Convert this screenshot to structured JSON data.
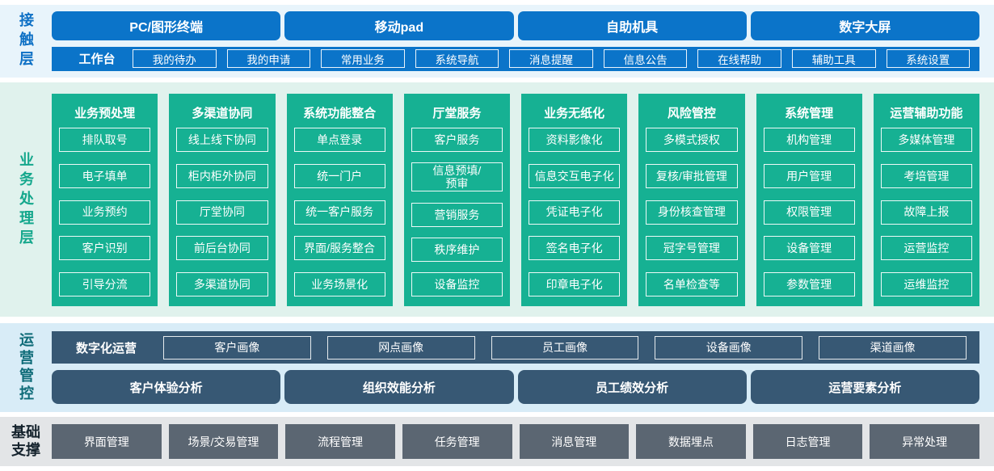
{
  "colors": {
    "accent_blue": "#0b74c9",
    "accent_teal": "#16b193",
    "accent_slate_blue": "#375874",
    "accent_slate_gray": "#5b6672",
    "contact_bg": "#e8f4fb",
    "business_bg": "#e0f2ed",
    "ops_bg": "#d8ecf7",
    "base_bg": "#e3e5e7"
  },
  "contact_layer": {
    "label": "接触层",
    "terminals": [
      "PC/图形终端",
      "移动pad",
      "自助机具",
      "数字大屏"
    ],
    "workbench_label": "工作台",
    "workbench_items": [
      "我的待办",
      "我的申请",
      "常用业务",
      "系统导航",
      "消息提醒",
      "信息公告",
      "在线帮助",
      "辅助工具",
      "系统设置"
    ]
  },
  "business_layer": {
    "label": "业务处理层",
    "columns": [
      {
        "title": "业务预处理",
        "items": [
          "排队取号",
          "电子填单",
          "业务预约",
          "客户识别",
          "引导分流"
        ]
      },
      {
        "title": "多渠道协同",
        "items": [
          "线上线下协同",
          "柜内柜外协同",
          "厅堂协同",
          "前后台协同",
          "多渠道协同"
        ]
      },
      {
        "title": "系统功能整合",
        "items": [
          "单点登录",
          "统一门户",
          "统一客户服务",
          "界面/服务整合",
          "业务场景化"
        ]
      },
      {
        "title": "厅堂服务",
        "items": [
          "客户服务",
          "信息预填/\n预审",
          "营销服务",
          "秩序维护",
          "设备监控"
        ]
      },
      {
        "title": "业务无纸化",
        "items": [
          "资料影像化",
          "信息交互电子化",
          "凭证电子化",
          "签名电子化",
          "印章电子化"
        ]
      },
      {
        "title": "风险管控",
        "items": [
          "多模式授权",
          "复核/审批管理",
          "身份核查管理",
          "冠字号管理",
          "名单检查等"
        ]
      },
      {
        "title": "系统管理",
        "items": [
          "机构管理",
          "用户管理",
          "权限管理",
          "设备管理",
          "参数管理"
        ]
      },
      {
        "title": "运营辅助功能",
        "items": [
          "多媒体管理",
          "考培管理",
          "故障上报",
          "运营监控",
          "运维监控"
        ]
      }
    ]
  },
  "ops_layer": {
    "label": "运营管控",
    "digital_ops_label": "数字化运营",
    "profiles": [
      "客户画像",
      "网点画像",
      "员工画像",
      "设备画像",
      "渠道画像"
    ],
    "analyses": [
      "客户体验分析",
      "组织效能分析",
      "员工绩效分析",
      "运营要素分析"
    ]
  },
  "base_layer": {
    "label": "基础支撑",
    "items": [
      "界面管理",
      "场景/交易管理",
      "流程管理",
      "任务管理",
      "消息管理",
      "数据埋点",
      "日志管理",
      "异常处理"
    ]
  }
}
